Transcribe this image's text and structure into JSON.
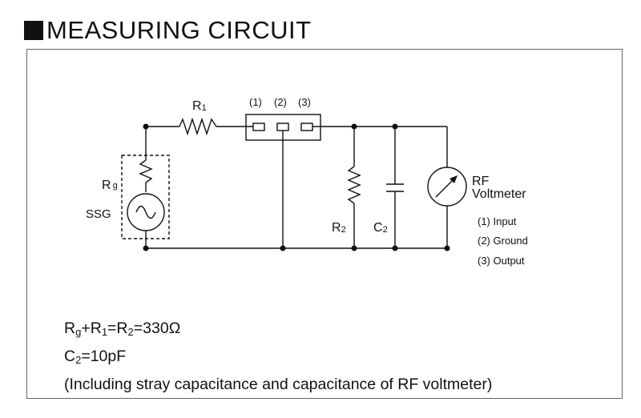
{
  "heading": {
    "title": "MEASURING CIRCUIT"
  },
  "labels": {
    "r1": "R",
    "r1_sub": "1",
    "rg": "R",
    "rg_sub": "g",
    "ssg": "SSG",
    "r2": "R",
    "r2_sub": "2",
    "c2": "C",
    "c2_sub": "2",
    "pin1": "(1)",
    "pin2": "(2)",
    "pin3": "(3)",
    "rf_line1": "RF",
    "rf_line2": "Voltmeter",
    "legend_input": "(1) Input",
    "legend_ground": "(2) Ground",
    "legend_output": "(3) Output"
  },
  "conditions": {
    "line1_a": "R",
    "line1_a_sub": "g",
    "line1_b": "+R",
    "line1_b_sub": "1",
    "line1_c": "=R",
    "line1_c_sub": "2",
    "line1_d": "=330Ω",
    "line2_a": "C",
    "line2_a_sub": "2",
    "line2_b": "=10pF",
    "line3": "(Including stray capacitance and capacitance of RF voltmeter)"
  }
}
